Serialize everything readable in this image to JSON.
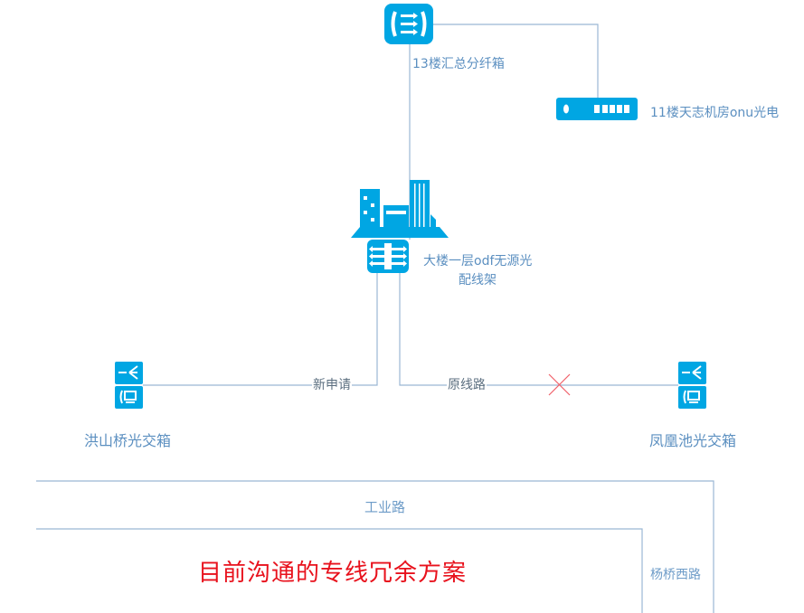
{
  "nodes": {
    "distribution_box": {
      "label": "13楼汇总分纤箱",
      "icon": "fiber-distribution-box-icon"
    },
    "onu": {
      "label": "11楼天志机房onu光电",
      "icon": "onu-device-icon"
    },
    "building_odf": {
      "label_line1": "大楼一层odf无源光",
      "label_line2": "配线架",
      "icon": "building-odf-icon"
    },
    "left_cabinet": {
      "label": "洪山桥光交箱",
      "icon": "optical-cross-box-icon"
    },
    "right_cabinet": {
      "label": "凤凰池光交箱",
      "icon": "optical-cross-box-icon"
    }
  },
  "edges": {
    "new_line": "新申请",
    "original_line": "原线路"
  },
  "roads": {
    "horizontal": "工业路",
    "vertical": "杨桥西路"
  },
  "title": "目前沟通的专线冗余方案",
  "colors": {
    "icon": "#00a6e3",
    "line": "#9bb7d4",
    "label": "#5b8fc0",
    "title": "#e8111c",
    "cross": "#f0606a"
  }
}
